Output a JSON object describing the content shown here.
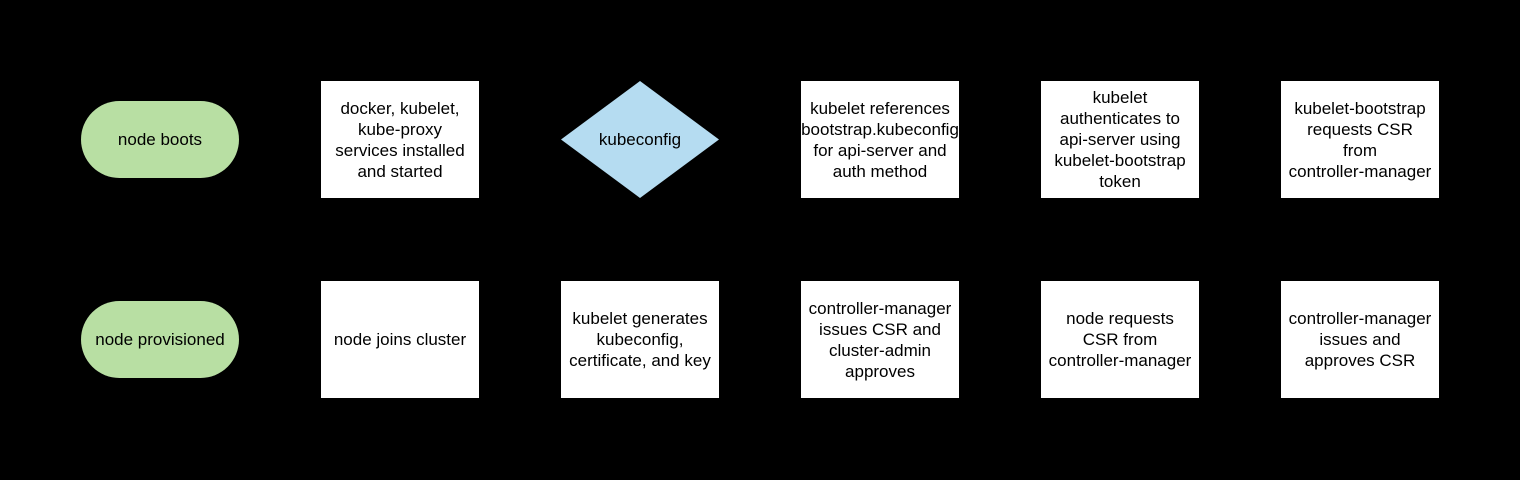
{
  "diagram": {
    "title": "kubernetes node bootstrap flowchart",
    "background_color": "#000000",
    "colors": {
      "terminal_fill": "#b8dfa3",
      "process_fill": "#ffffff",
      "decision_fill": "#b5dcf1",
      "text": "#000000"
    },
    "nodes": [
      {
        "id": "node-boots",
        "shape": "terminal",
        "row": 1,
        "col": 1,
        "text": "node boots"
      },
      {
        "id": "services-installed",
        "shape": "process",
        "row": 1,
        "col": 2,
        "text": "docker, kubelet,\nkube-proxy\nservices installed\nand started"
      },
      {
        "id": "kubeconfig-decision",
        "shape": "decision",
        "row": 1,
        "col": 3,
        "text": "kubeconfig"
      },
      {
        "id": "kubelet-references-bootstrap",
        "shape": "process",
        "row": 1,
        "col": 4,
        "text": "kubelet references\nbootstrap.kubeconfig\nfor api-server and\nauth method"
      },
      {
        "id": "kubelet-authenticates",
        "shape": "process",
        "row": 1,
        "col": 5,
        "text": "kubelet\nauthenticates to\napi-server using\nkubelet-bootstrap\ntoken"
      },
      {
        "id": "bootstrap-requests-csr",
        "shape": "process",
        "row": 1,
        "col": 6,
        "text": "kubelet-bootstrap\nrequests CSR\nfrom\ncontroller-manager"
      },
      {
        "id": "node-provisioned",
        "shape": "terminal",
        "row": 2,
        "col": 1,
        "text": "node provisioned"
      },
      {
        "id": "node-joins-cluster",
        "shape": "process",
        "row": 2,
        "col": 2,
        "text": "node joins cluster"
      },
      {
        "id": "kubelet-generates",
        "shape": "process",
        "row": 2,
        "col": 3,
        "text": "kubelet generates\nkubeconfig,\ncertificate, and key"
      },
      {
        "id": "cm-issues-csr-admin-approves",
        "shape": "process",
        "row": 2,
        "col": 4,
        "text": "controller-manager\nissues CSR and\ncluster-admin\napproves"
      },
      {
        "id": "node-requests-csr",
        "shape": "process",
        "row": 2,
        "col": 5,
        "text": "node requests\nCSR from\ncontroller-manager"
      },
      {
        "id": "cm-issues-approves-csr",
        "shape": "process",
        "row": 2,
        "col": 6,
        "text": "controller-manager\nissues and\napproves CSR"
      }
    ]
  }
}
